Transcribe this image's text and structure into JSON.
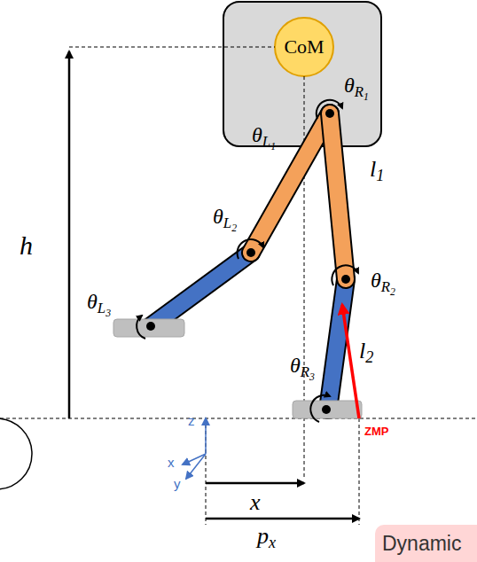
{
  "diagram": {
    "nodes": [
      {
        "text": [
          "CoM"
        ]
      },
      {
        "text": [
          "Dynamic"
        ]
      }
    ],
    "labels": [
      "h",
      "θR1",
      "θL1",
      "l1",
      "θL2",
      "θR2",
      "l2",
      "θL3",
      "θR3",
      "ZMP",
      "z",
      "x",
      "y",
      "x",
      "px"
    ]
  }
}
